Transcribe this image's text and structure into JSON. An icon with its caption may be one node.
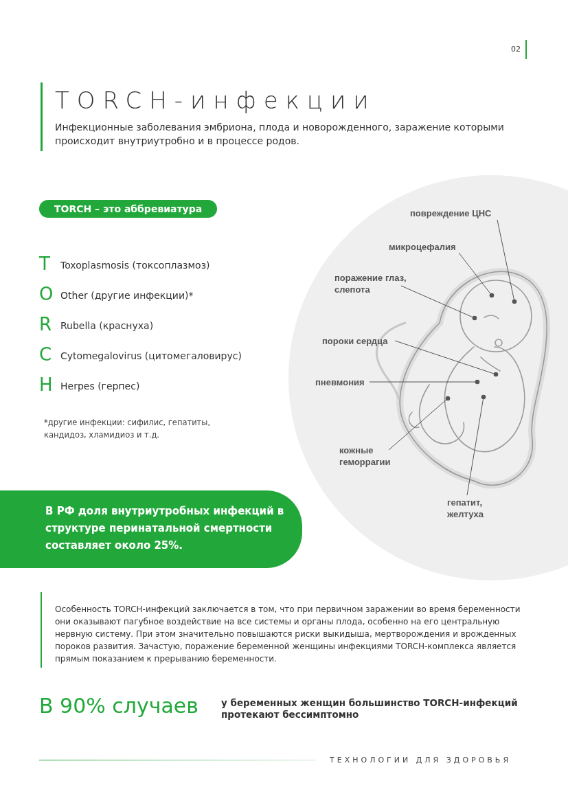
{
  "diagram": {
    "title": "TORCH-инфекции",
    "nodes": [
      {
        "text": [
          "TORCH – это аббревиатура"
        ]
      },
      {
        "text": [
          "В РФ доля внутриутробных инфекций в структуре перинатальной смертности составляет около 25%."
        ]
      },
      {
        "text": [
          "повреждение ЦНС"
        ]
      },
      {
        "text": [
          "микроцефалия"
        ]
      },
      {
        "text": [
          "поражение глаз, слепота"
        ]
      },
      {
        "text": [
          "пороки сердца"
        ]
      },
      {
        "text": [
          "пневмония"
        ]
      },
      {
        "text": [
          "кожные геморрагии"
        ]
      },
      {
        "text": [
          "гепатит, желтуха"
        ]
      }
    ],
    "edges": [
      {
        "from": 2,
        "to": null,
        "arrow": "other"
      },
      {
        "from": 3,
        "to": null,
        "arrow": "other"
      },
      {
        "from": 4,
        "to": null,
        "arrow": "other"
      },
      {
        "from": 5,
        "to": null,
        "arrow": "other"
      },
      {
        "from": 6,
        "to": null,
        "arrow": "other"
      },
      {
        "from": 7,
        "to": null,
        "arrow": "other"
      },
      {
        "from": 8,
        "to": null,
        "arrow": "other"
      }
    ],
    "labels": [
      "02",
      "Инфекционные заболевания эмбриона, плода и новорожденного, заражение которыми происходит внутриутробно и в процессе родов.",
      "T",
      "Toxoplasmosis (токсоплазмоз)",
      "O",
      "Other (другие инфекции)*",
      "R",
      "Rubella (краснуха)",
      "C",
      "Cytomegalovirus (цитомегаловирус)",
      "H",
      "Herpes (герпес)",
      "*другие инфекции: сифилис, гепатиты, кандидоз, хламидиоз и т.д.",
      "Особенность TORCH-инфекций заключается в том, что при первичном заражении во время беременности они оказывают пагубное воздействие на все системы и органы плода, особенно на его центральную нервную систему. При этом значительно повышаются риски выкидыша, мертворождения и врожденных пороков развития. Зачастую, поражение беременной женщины инфекциями TORCH-комплекса является прямым показанием к прерыванию беременности.",
      "В 90% случаев",
      "у беременных женщин большинство TORCH-инфекций протекают бессимптомно",
      "ТЕХНОЛОГИИ ДЛЯ ЗДОРОВЬЯ"
    ]
  }
}
